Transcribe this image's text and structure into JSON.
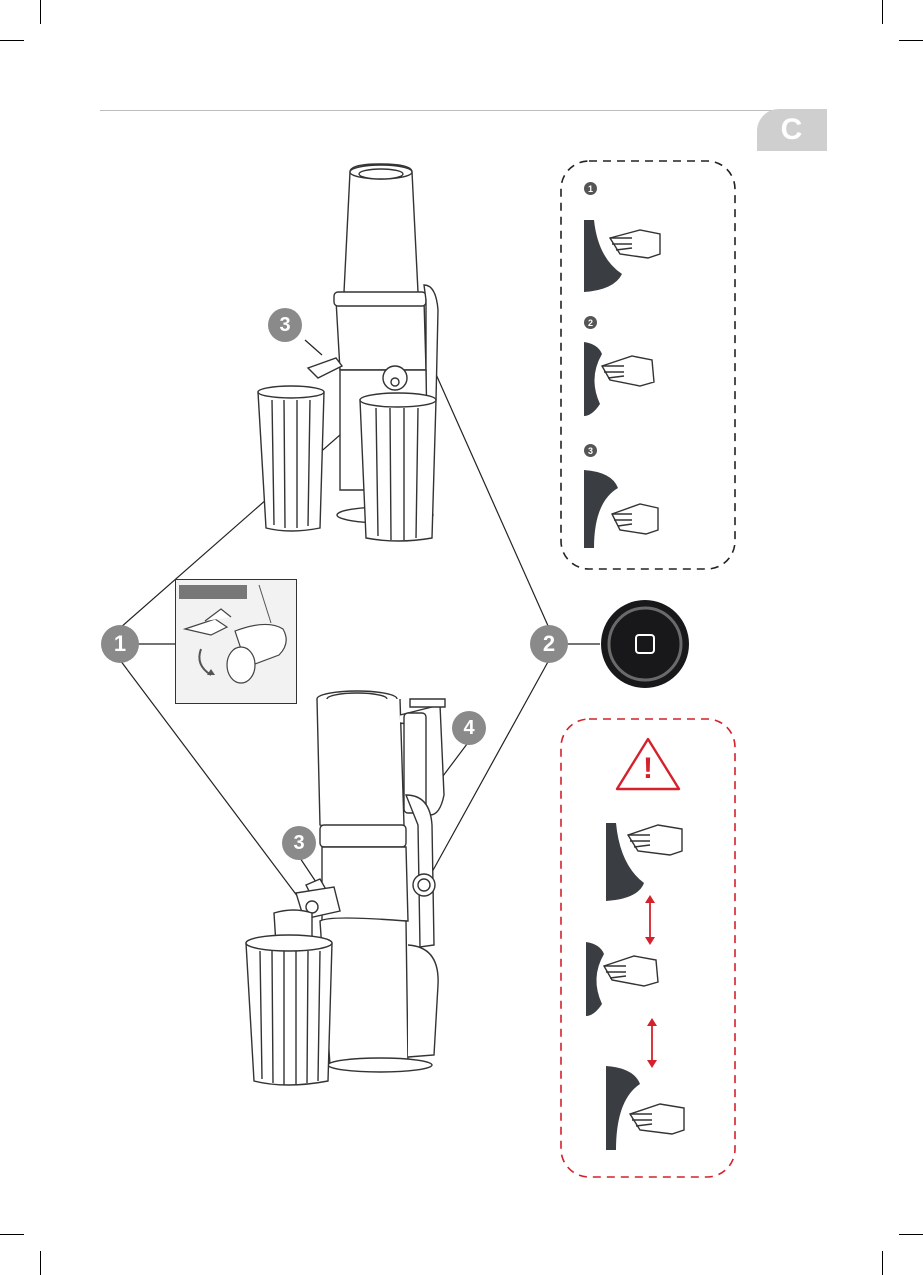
{
  "page": {
    "section_letter": "C"
  },
  "callouts": {
    "spout": "1",
    "power_button": "2",
    "cap_top": "3",
    "cap_bottom": "3",
    "handle": "4"
  },
  "steps_panel": {
    "step_labels": [
      "1",
      "2",
      "3"
    ]
  },
  "warning_panel": {
    "icon_symbol": "!"
  },
  "colors": {
    "callout": "#8a8a8a",
    "warning_red": "#d4212b",
    "dial": "#3a3d42"
  },
  "icons": [
    "hand-press-icon",
    "power-button-icon",
    "warning-triangle-icon",
    "double-arrow-icon",
    "juicer-illustration"
  ]
}
